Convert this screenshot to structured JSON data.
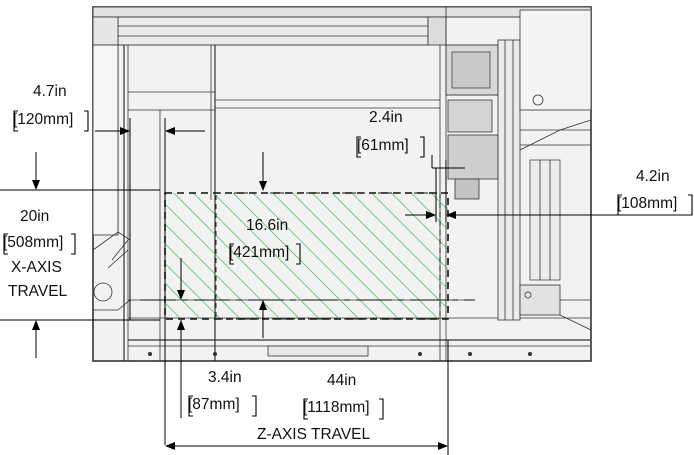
{
  "dimensions": {
    "left_offset": {
      "in": "4.7in",
      "mm": "[120mm]"
    },
    "top_gap": {
      "in": "2.4in",
      "mm": "[61mm]"
    },
    "right_offset": {
      "in": "4.2in",
      "mm": "[108mm]"
    },
    "x_travel": {
      "in": "20in",
      "mm": "[508mm]",
      "label_line1": "X-AXIS",
      "label_line2": "TRAVEL"
    },
    "inner_height": {
      "in": "16.6in",
      "mm": "[421mm]"
    },
    "bottom_offset": {
      "in": "3.4in",
      "mm": "[87mm]"
    },
    "z_travel": {
      "in": "44in",
      "mm": "[1118mm]",
      "label": "Z-AXIS TRAVEL"
    }
  },
  "colors": {
    "travel_hatch": "#2db84a",
    "travel_outline": "#111111",
    "machine_line": "#333333",
    "machine_fill": "#f2f2f2"
  }
}
